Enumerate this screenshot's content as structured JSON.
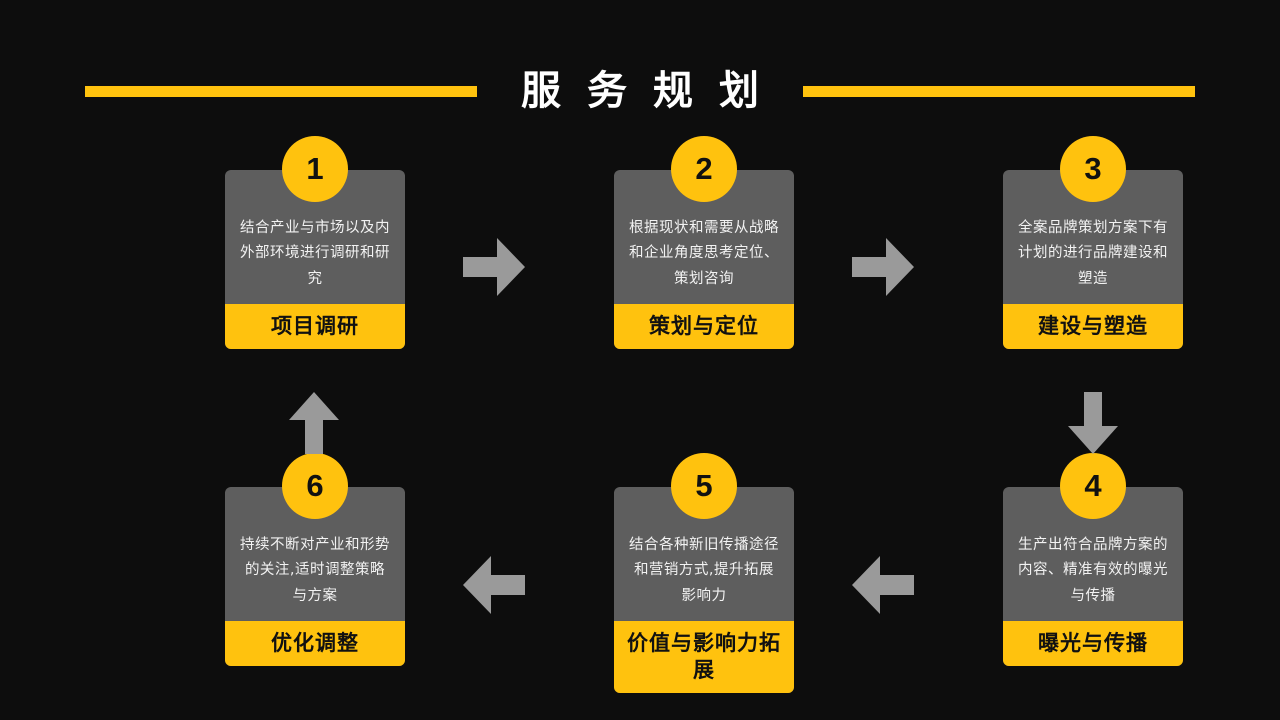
{
  "title": {
    "text": "服务规划",
    "accent_color": "#FFC20E"
  },
  "theme": {
    "background": "#0d0d0d",
    "card_bg": "#5e5e5e",
    "accent": "#FFC20E",
    "arrow": "#9a9a9a",
    "text": "#ffffff"
  },
  "steps": [
    {
      "number": "1",
      "body": "结合产业与市场以及内外部环境进行调研和研究",
      "label": "项目调研"
    },
    {
      "number": "2",
      "body": "根据现状和需要从战略和企业角度思考定位、策划咨询",
      "label": "策划与定位"
    },
    {
      "number": "3",
      "body": "全案品牌策划方案下有计划的进行品牌建设和塑造",
      "label": "建设与塑造"
    },
    {
      "number": "4",
      "body": "生产出符合品牌方案的内容、精准有效的曝光与传播",
      "label": "曝光与传播"
    },
    {
      "number": "5",
      "body": "结合各种新旧传播途径和营销方式,提升拓展影响力",
      "label": "价值与影响力拓展"
    },
    {
      "number": "6",
      "body": "持续不断对产业和形势的关注,适时调整策略与方案",
      "label": "优化调整"
    }
  ],
  "arrows": [
    {
      "name": "arrow-step1-to-step2",
      "direction": "right"
    },
    {
      "name": "arrow-step2-to-step3",
      "direction": "right"
    },
    {
      "name": "arrow-step3-to-step4",
      "direction": "down"
    },
    {
      "name": "arrow-step4-to-step5",
      "direction": "left"
    },
    {
      "name": "arrow-step5-to-step6",
      "direction": "left"
    },
    {
      "name": "arrow-step6-to-step1",
      "direction": "up"
    }
  ]
}
